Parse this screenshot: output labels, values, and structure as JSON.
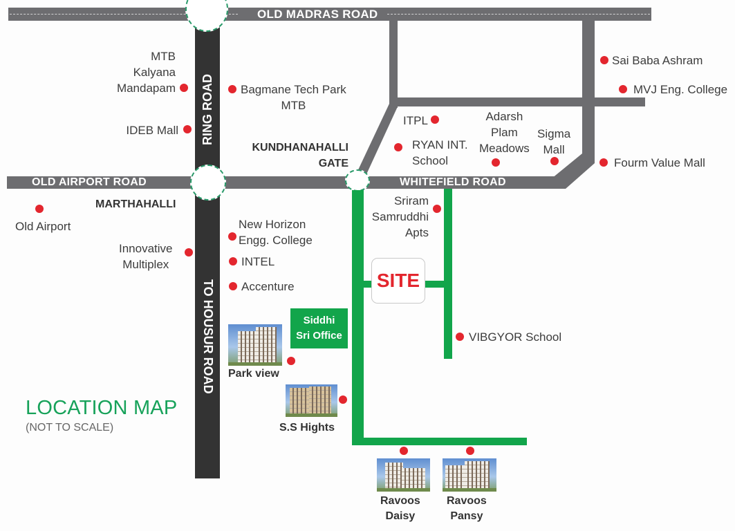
{
  "map": {
    "title": "LOCATION MAP",
    "subtitle": "(NOT TO SCALE)",
    "site_label": "SITE",
    "office_label_line1": "Siddhi",
    "office_label_line2": "Sri Office",
    "colors": {
      "major_road": "#6d6d70",
      "ring_road": "#333333",
      "site_road": "#12a54b",
      "landmark_dot": "#e3262e",
      "title": "#17a25a",
      "site_text": "#e3262e"
    }
  },
  "roads": {
    "old_madras_road": "OLD MADRAS ROAD",
    "ring_road": "RING ROAD",
    "to_housur_road": "TO HOUSUR ROAD",
    "old_airport_road": "OLD AIRPORT ROAD",
    "whitefield_road": "WHITEFIELD ROAD"
  },
  "areas": {
    "kundhanahalli_line1": "KUNDHANAHALLI",
    "kundhanahalli_line2": "GATE",
    "marthahalli": "MARTHAHALLI"
  },
  "landmarks": {
    "mtb_kalyana": [
      "MTB",
      "Kalyana",
      "Mandapam"
    ],
    "bagmane": [
      "Bagmane Tech Park",
      "MTB"
    ],
    "ideb_mall": "IDEB Mall",
    "old_airport": "Old Airport",
    "itpl": "ITPL",
    "ryan": [
      "RYAN INT.",
      "School"
    ],
    "adarsh": [
      "Adarsh",
      "Plam",
      "Meadows"
    ],
    "sigma": [
      "Sigma",
      "Mall"
    ],
    "sai_baba": "Sai Baba Ashram",
    "mvj": "MVJ Eng. College",
    "fourm": "Fourm Value Mall",
    "sriram": [
      "Sriram",
      "Samruddhi",
      "Apts"
    ],
    "new_horizon": [
      "New Horizon",
      "Engg. College"
    ],
    "innovative": [
      "Innovative",
      "Multiplex"
    ],
    "intel": "INTEL",
    "accenture": "Accenture",
    "vibgyor": "VIBGYOR School"
  },
  "projects": {
    "park_view": "Park view",
    "ss_hights": "S.S Hights",
    "ravoos_daisy": [
      "Ravoos",
      "Daisy"
    ],
    "ravoos_pansy": [
      "Ravoos",
      "Pansy"
    ]
  }
}
